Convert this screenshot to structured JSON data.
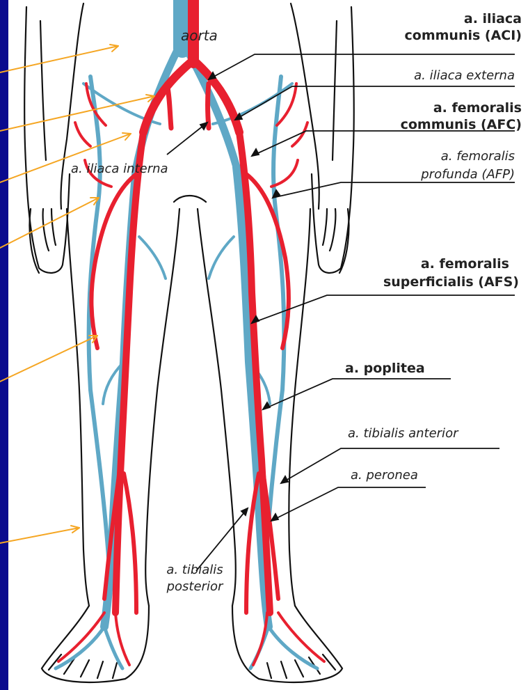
{
  "colors": {
    "background": "#0a0a8e",
    "panel": "#ffffff",
    "artery": "#e8202f",
    "vein": "#5fa8c6",
    "outline": "#111111",
    "callout_arrow": "#f5a623",
    "leader_line": "#111111"
  },
  "labels": {
    "aorta": "aorta",
    "iliaca_communis_1": "a. iliaca",
    "iliaca_communis_2": "communis (ACI)",
    "iliaca_externa": "a. iliaca externa",
    "femoralis_communis_1": "a. femoralis",
    "femoralis_communis_2": "communis (AFC)",
    "femoralis_profunda_1": "a. femoralis",
    "femoralis_profunda_2": "profunda (AFP)",
    "iliaca_interna": "a. iliaca interna",
    "femoralis_superficialis_1": "a. femoralis",
    "femoralis_superficialis_2": "superficialis (AFS)",
    "poplitea": "a. poplitea",
    "tibialis_anterior": "a. tibialis anterior",
    "peronea": "a. peronea",
    "tibialis_posterior_1": "a. tibialis",
    "tibialis_posterior_2": "posterior"
  }
}
